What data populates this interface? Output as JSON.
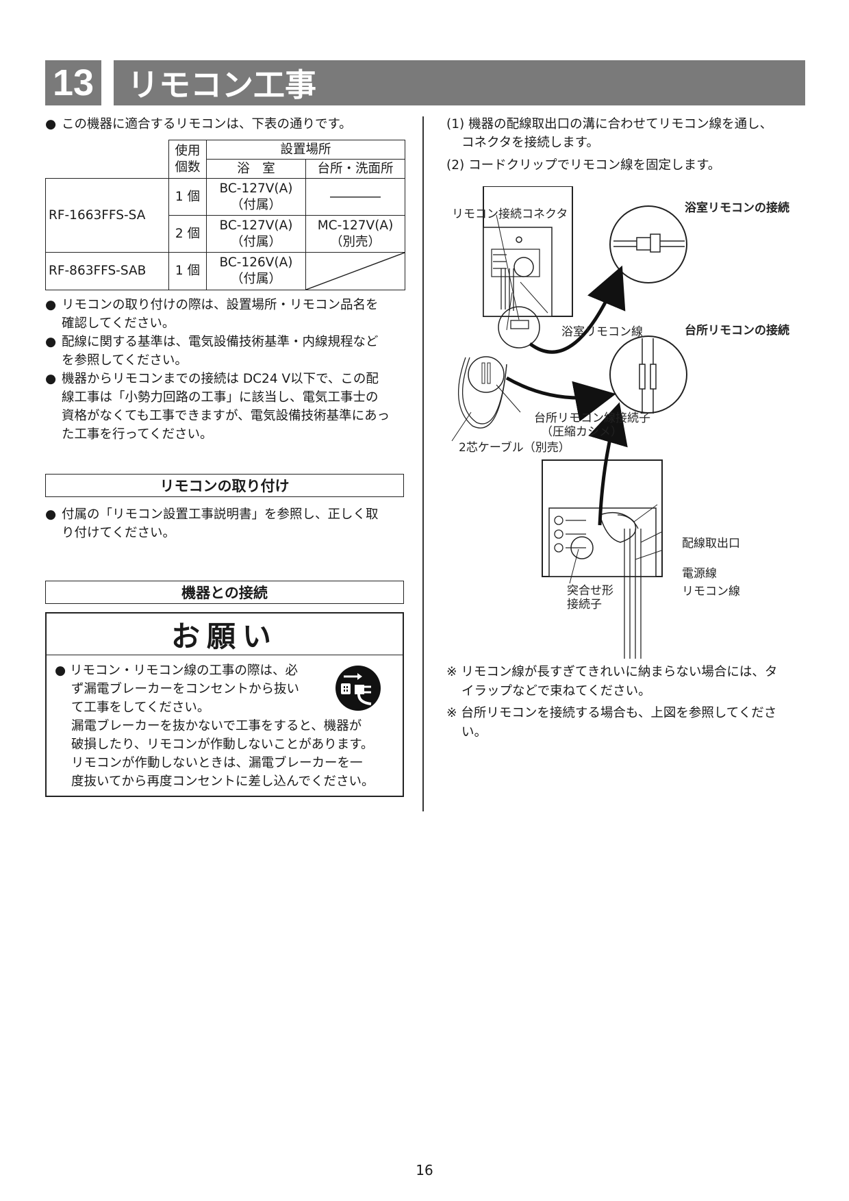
{
  "header": {
    "number": "13",
    "title": "リモコン工事"
  },
  "left": {
    "intro": [
      "この機器に適合するリモコンは、下表の通りです。"
    ],
    "table": {
      "h_count": [
        "使用",
        "個数"
      ],
      "h_location": "設置場所",
      "h_bath": "浴　室",
      "h_kitchen": "台所・洗面所",
      "rows": [
        {
          "model": "RF-1663FFS-SA",
          "count1": "1 個",
          "bath1": [
            "BC-127V(A)",
            "（付属）"
          ],
          "kitchen1": "――――",
          "count2": "2 個",
          "bath2": [
            "BC-127V(A)",
            "（付属）"
          ],
          "kitchen2": [
            "MC-127V(A)",
            "（別売）"
          ]
        },
        {
          "model": "RF-863FFS-SAB",
          "count": "1 個",
          "bath": [
            "BC-126V(A)",
            "（付属）"
          ]
        }
      ]
    },
    "bullets": [
      [
        "リモコンの取り付けの際は、設置場所・リモコン品名を",
        "確認してください。"
      ],
      [
        "配線に関する基準は、電気設備技術基準・内線規程など",
        "を参照してください。"
      ],
      [
        "機器からリモコンまでの接続は DC24 V以下で、この配",
        "線工事は「小勢力回路の工事」に該当し、電気工事士の",
        "資格がなくても工事できますが、電気設備技術基準にあっ",
        "た工事を行ってください。"
      ]
    ],
    "section1": {
      "title": "リモコンの取り付け",
      "text": [
        "付属の「リモコン設置工事説明書」を参照し、正しく取",
        "り付けてください。"
      ]
    },
    "section2": {
      "title": "機器との接続"
    },
    "notice": {
      "title": "お願い",
      "lines": [
        "リモコン・リモコン線の工事の際は、必",
        "ず漏電ブレーカーをコンセントから抜い",
        "て工事をしてください。",
        "漏電ブレーカーを抜かないで工事をすると、機器が",
        "破損したり、リモコンが作動しないことがあります。",
        "リモコンが作動しないときは、漏電ブレーカーを一",
        "度抜いてから再度コンセントに差し込んでください。"
      ]
    }
  },
  "right": {
    "steps": [
      [
        "(1) 機器の配線取出口の溝に合わせてリモコン線を通し、",
        "コネクタを接続します。"
      ],
      [
        "(2) コードクリップでリモコン線を固定します。"
      ]
    ],
    "diagram": {
      "connector": "リモコン接続コネクタ",
      "bath_conn": "浴室リモコンの接続",
      "bath_wire": "浴室リモコン線",
      "kitchen_conn": "台所リモコンの接続",
      "kitchen_joint": [
        "台所リモコン線接続子",
        "（圧縮カシメ）"
      ],
      "cable": "2芯ケーブル（別売）",
      "outlet": "配線取出口",
      "power": "電源線",
      "remote": "リモコン線",
      "butt": [
        "突合せ形",
        "接続子"
      ]
    },
    "notes": [
      [
        "※ リモコン線が長すぎてきれいに納まらない場合には、タ",
        "イラップなどで束ねてください。"
      ],
      [
        "※ 台所リモコンを接続する場合も、上図を参照してくださ",
        "い。"
      ]
    ]
  },
  "page_number": "16"
}
